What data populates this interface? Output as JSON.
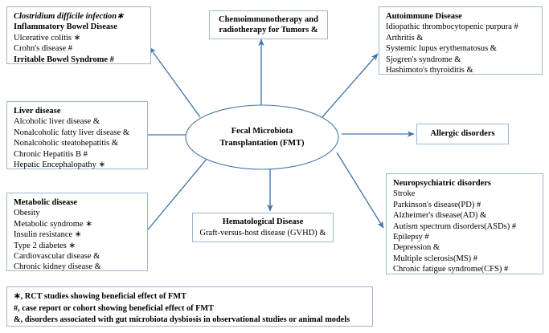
{
  "diagram": {
    "title": "Fecal Microbiota Transplantation (FMT) indications map",
    "center": {
      "line1": "Fecal Microbiota",
      "line2": "Transplantation (FMT)"
    },
    "accent_color": "#4576a8",
    "border_color": "#9bb7d4",
    "boxes": {
      "ibd": {
        "lines": [
          "Clostridium difficile infection∗",
          "Inflammatory Bowel Disease",
          "Ulcerative colitis ∗",
          "Crohn's disease #",
          "Irritable Bowel Syndrome #"
        ]
      },
      "tumors": {
        "lines": [
          "Chemoimmunotherapy and",
          "radiotherapy for Tumors &"
        ]
      },
      "autoimmune": {
        "lines": [
          "Autoimmune Disease",
          "Idiopathic thrombocytopenic purpura #",
          "Arthritis &",
          "Systemic lupus erythematosus &",
          "Sjogren's syndrome &",
          "Hashimoto's thyroiditis &"
        ]
      },
      "liver": {
        "lines": [
          "Liver disease",
          "Alcoholic liver disease &",
          "Nonalcoholic fatty liver disease &",
          "Nonalcoholic steatohepatitis &",
          "Chronic Hepatitis B #",
          "Hepatic Encephalopathy ∗"
        ]
      },
      "allergic": {
        "lines": [
          "Allergic disorders"
        ]
      },
      "metabolic": {
        "lines": [
          "Metabolic disease",
          "Obesity",
          "Metabolic syndrome ∗",
          "Insulin resistance ∗",
          "Type 2 diabetes ∗",
          "Cardiovascular disease &",
          "Chronic kidney disease &"
        ]
      },
      "hematological": {
        "lines": [
          "Hematological Disease",
          "Graft-versus-host disease (GVHD) &"
        ]
      },
      "neuro": {
        "lines": [
          "Neuropsychiatric disorders",
          "Stroke",
          "Parkinson's disease(PD) #",
          "Alzheimer's disease(AD) &",
          "Autism spectrum disorders(ASDs) #",
          "Epilepsy #",
          "Depression &",
          "Multiple sclerosis(MS) #",
          "Chronic fatigue syndrome(CFS) #"
        ]
      },
      "legend": {
        "lines": [
          "∗, RCT studies showing beneficial effect of FMT",
          "#, case report or cohort showing beneficial effect of FMT",
          "&, disorders associated with gut microbiota dysbiosis in observational studies or animal models"
        ]
      }
    }
  }
}
